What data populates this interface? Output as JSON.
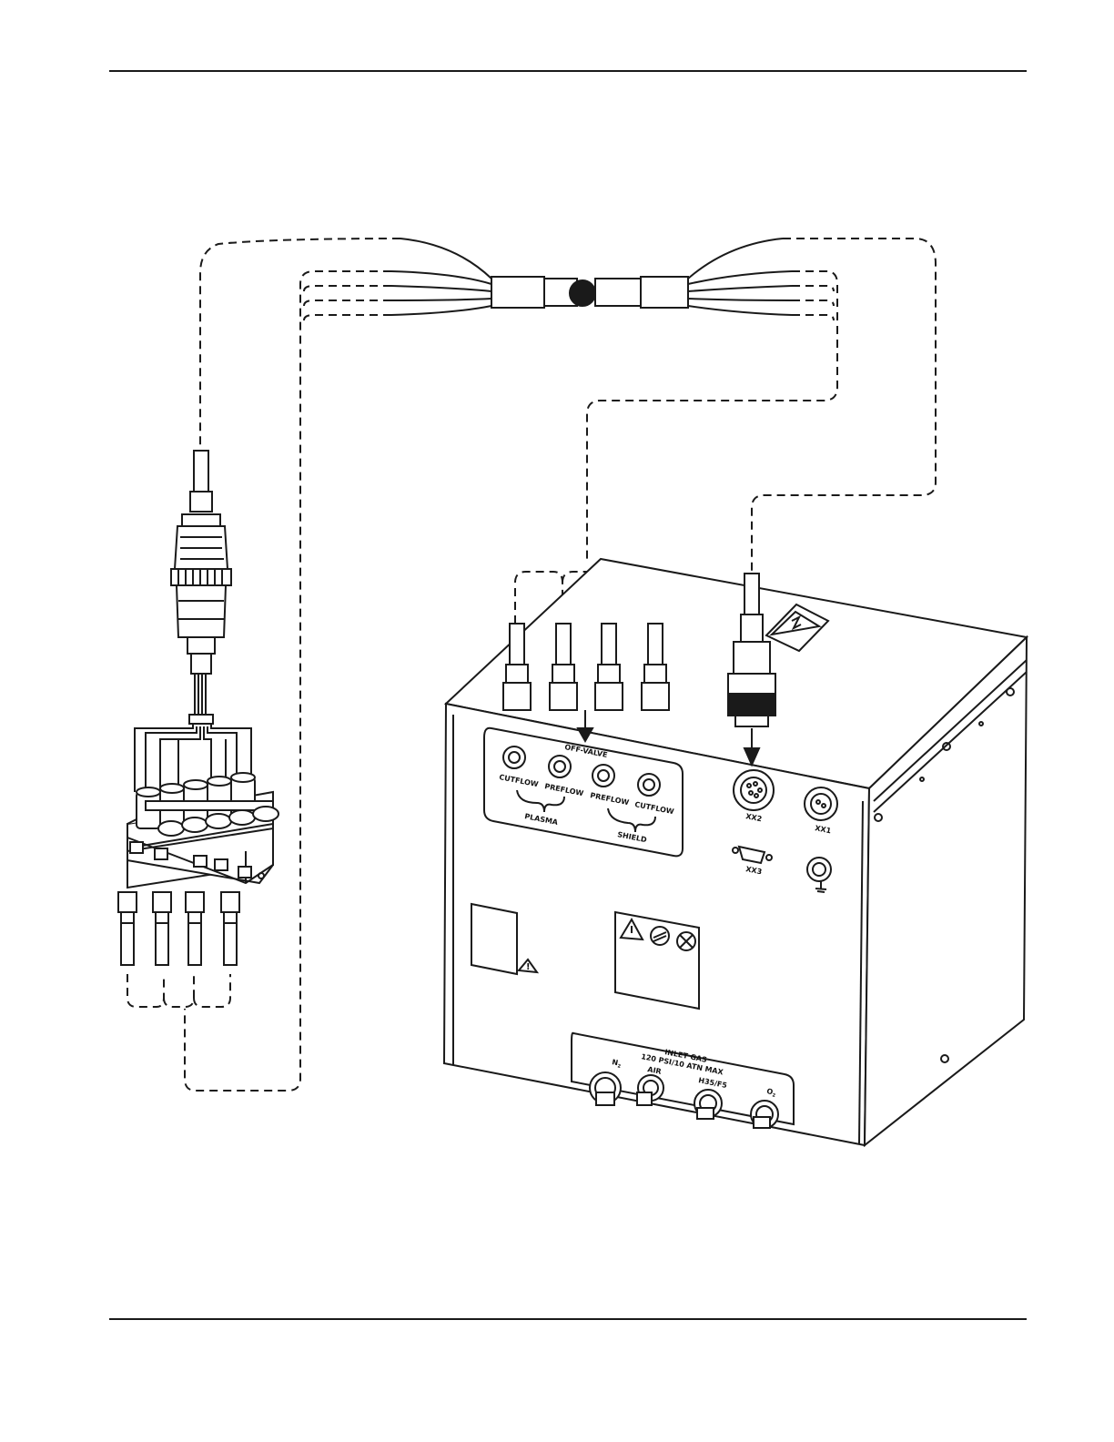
{
  "panel": {
    "offvalve_title": "OFF-VALVE",
    "cutflow_1": "CUTFLOW",
    "preflow_1": "PREFLOW",
    "preflow_2": "PREFLOW",
    "cutflow_2": "CUTFLOW",
    "plasma_group": "PLASMA",
    "shield_group": "SHIELD",
    "port_xx2": "XX2",
    "port_xx1": "XX1",
    "port_xx3": "XX3",
    "inlet_title": "INLET GAS",
    "inlet_spec": "120 PSI/10 ATN MAX",
    "gas_n2": "N",
    "gas_n2_sub": "2",
    "gas_air": "AIR",
    "gas_h35": "H35/F5",
    "gas_o2": "O",
    "gas_o2_sub": "2"
  },
  "icons": [
    "high-voltage-warning-icon",
    "warning-triangle-icon",
    "ground-symbol-icon",
    "prohibition-icon"
  ],
  "colors": {
    "line": "#1a1a1a",
    "paper": "#ffffff",
    "cable_fill": "#ffffff"
  }
}
